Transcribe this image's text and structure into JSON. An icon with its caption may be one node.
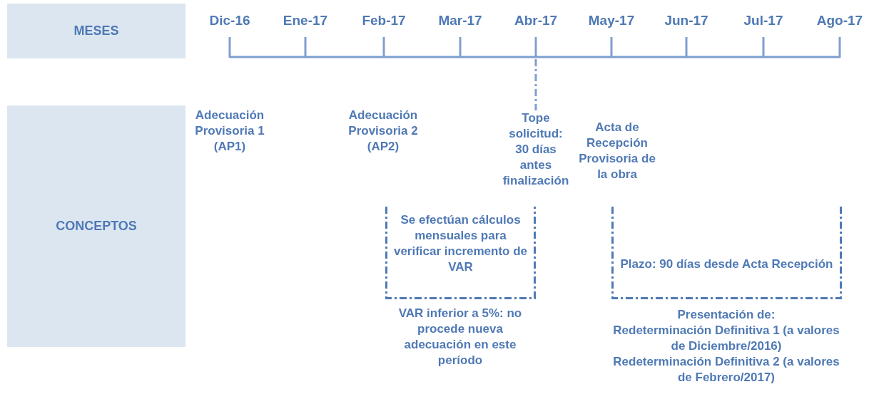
{
  "diagram": {
    "nodes": [
      {
        "text": [
          "MESES"
        ]
      },
      {
        "text": [
          "CONCEPTOS"
        ]
      },
      {
        "text": [
          "Tope solicitud: 30 días antes finalización"
        ]
      },
      {
        "text": [
          "Se efectúan cálculos mensuales para verificar incremento de VAR"
        ]
      },
      {
        "text": [
          "Plazo: 90 días desde Acta Recepción"
        ]
      }
    ],
    "edges": [
      {
        "from": null,
        "to": 2,
        "arrow": "none",
        "style": "dashed"
      }
    ],
    "labels": [
      "Dic-16",
      "Ene-17",
      "Feb-17",
      "Mar-17",
      "Abr-17",
      "May-17",
      "Jun-17",
      "Jul-17",
      "Ago-17",
      "Adecuación Provisoria 1 (AP1)",
      "Adecuación Provisoria 2 (AP2)",
      "Acta de Recepción Provisoria de la obra",
      "VAR inferior a 5%: no procede nueva adecuación en este período",
      "Presentación de:",
      "Redeterminación Definitiva 1 (a valores de Diciembre/2016)",
      "Redeterminación Definitiva 2 (a valores de Febrero/2017)"
    ]
  }
}
